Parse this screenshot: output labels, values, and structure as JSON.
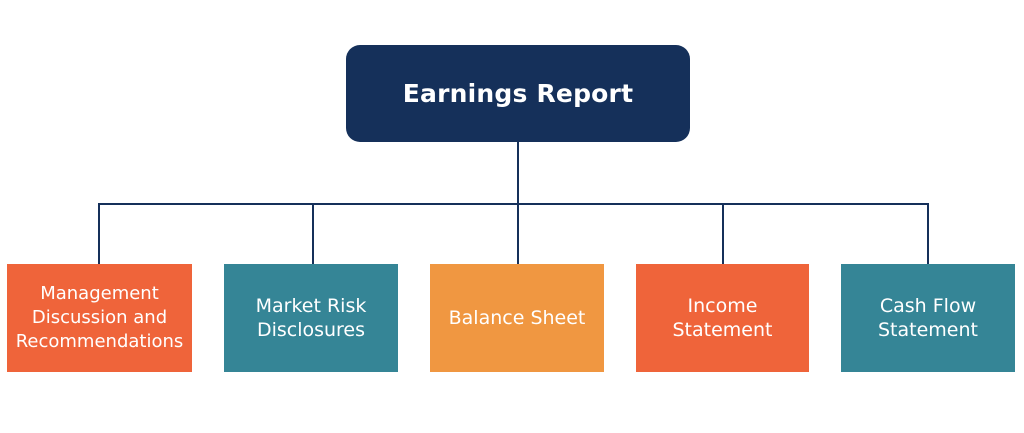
{
  "diagram": {
    "root": {
      "label": "Earnings Report",
      "color": "#15305a"
    },
    "children": [
      {
        "label": "Management\nDiscussion and\nRecommendations",
        "color": "#ef643a"
      },
      {
        "label": "Market Risk\nDisclosures",
        "color": "#358596"
      },
      {
        "label": "Balance Sheet",
        "color": "#f09741"
      },
      {
        "label": "Income\nStatement",
        "color": "#ef643a"
      },
      {
        "label": "Cash Flow\nStatement",
        "color": "#358596"
      }
    ],
    "connector_color": "#15305a"
  }
}
